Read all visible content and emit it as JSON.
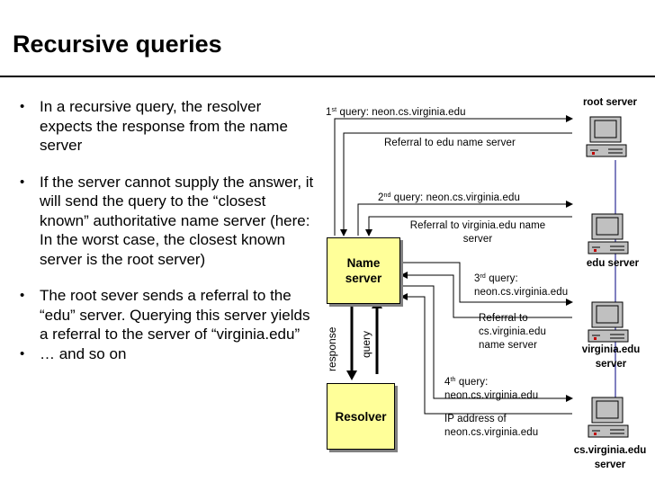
{
  "slide": {
    "title": "Recursive queries",
    "bullets": [
      "In a recursive query, the resolver expects the response from the name server",
      "If the server cannot supply the answer, it will send the query to the “closest known” authoritative name server (here: In the worst case, the closest known server is the root server)",
      "The root sever sends a referral to the “edu” server. Querying this server yields a referral to the server of “virginia.edu”",
      "… and so on"
    ]
  },
  "diagram": {
    "name_server": {
      "line1": "Name",
      "line2": "server"
    },
    "resolver": "Resolver",
    "response_label": "response",
    "query_label": "query",
    "messages": {
      "q1_num": "1",
      "q1_sup": "st",
      "q1_text": " query: neon.cs.virginia.edu",
      "r1": "Referral to edu name server",
      "q2_num": "2",
      "q2_sup": "nd",
      "q2_text": " query: neon.cs.virginia.edu",
      "r2_line1": "Referral to virginia.edu name",
      "r2_line2": "server",
      "q3_num": "3",
      "q3_sup": "rd",
      "q3_text": " query:",
      "q3_line2": "neon.cs.virginia.edu",
      "r3_line1": "Referral to",
      "r3_line2": "cs.virginia.edu",
      "r3_line3": "name server",
      "q4_num": "4",
      "q4_sup": "th",
      "q4_text": " query:",
      "q4_line2": "neon.cs.virginia.edu",
      "r4_line1": "IP address of",
      "r4_line2": "neon.cs.virginia.edu"
    },
    "servers": {
      "root": "root server",
      "edu": "edu server",
      "virginia_line1": "virginia.edu",
      "virginia_line2": "server",
      "cs_line1": "cs.virginia.edu",
      "cs_line2": "server"
    },
    "colors": {
      "box_fill": "#ffff99",
      "shadow": "#808080",
      "link_line": "#000080",
      "computer_body": "#c0c0c0",
      "computer_screen": "#c0c0c0"
    }
  }
}
